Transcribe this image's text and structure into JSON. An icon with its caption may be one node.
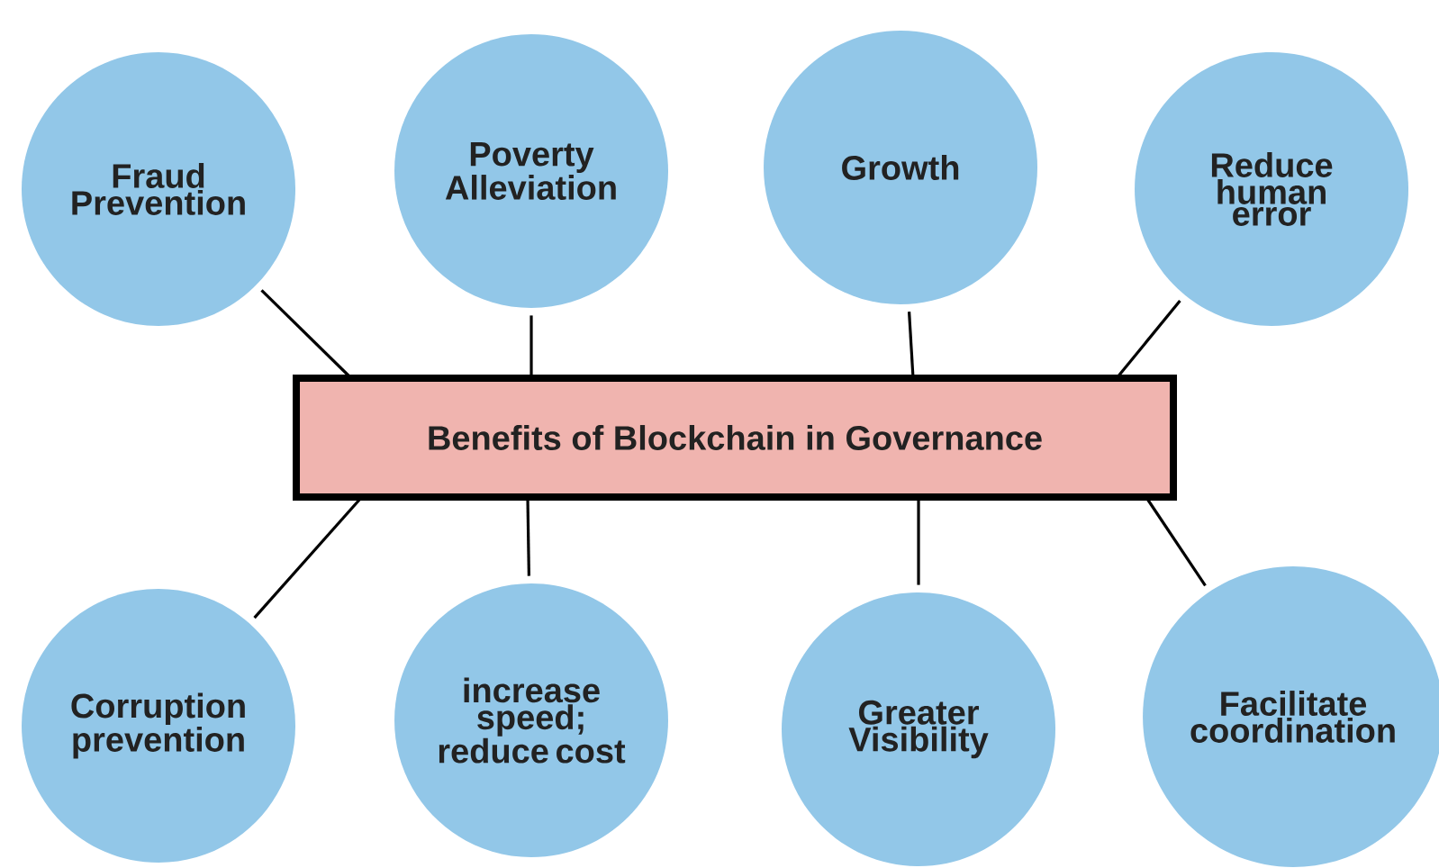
{
  "diagram": {
    "nodes": [
      {
        "text": [
          "Fraud Prevention"
        ]
      },
      {
        "text": [
          "Poverty Alleviation"
        ]
      },
      {
        "text": [
          "Growth"
        ]
      },
      {
        "text": [
          "Reduce human error"
        ]
      },
      {
        "text": [
          "Corruption prevention"
        ]
      },
      {
        "text": [
          "increase speed; reduce cost"
        ]
      },
      {
        "text": [
          "Greater Visibility"
        ]
      },
      {
        "text": [
          "Facilitate coordination"
        ]
      },
      {
        "text": [
          "Benefits of Blockchain in Governance"
        ]
      }
    ],
    "edges": [
      {
        "from": 8,
        "to": 0,
        "arrow": "none"
      },
      {
        "from": 8,
        "to": 1,
        "arrow": "none"
      },
      {
        "from": 8,
        "to": 2,
        "arrow": "none"
      },
      {
        "from": 8,
        "to": 3,
        "arrow": "none"
      },
      {
        "from": 8,
        "to": 4,
        "arrow": "none"
      },
      {
        "from": 8,
        "to": 5,
        "arrow": "none"
      },
      {
        "from": 8,
        "to": 6,
        "arrow": "none"
      },
      {
        "from": 8,
        "to": 7,
        "arrow": "none"
      }
    ]
  }
}
